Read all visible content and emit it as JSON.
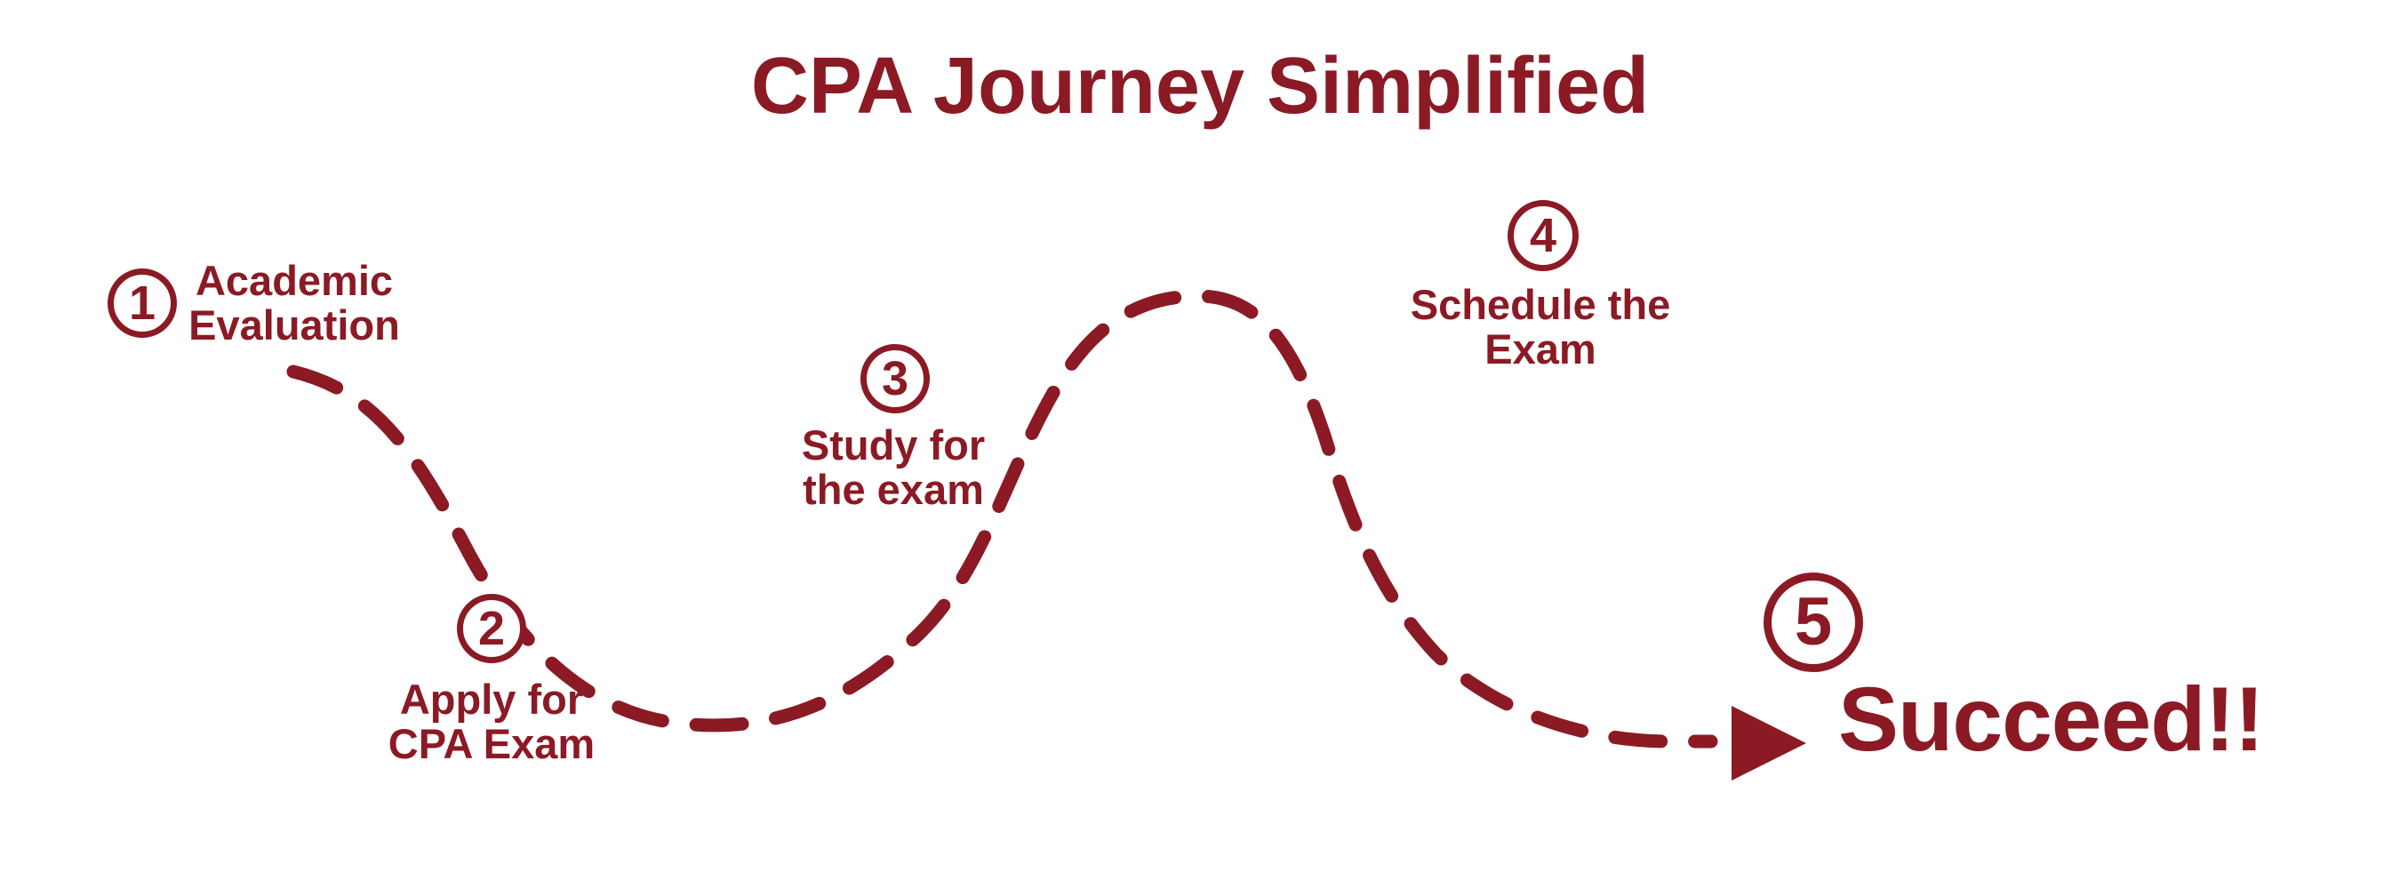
{
  "title": "CPA Journey Simplified",
  "colors": {
    "accent": "#8B1A24",
    "background": "#FFFFFF"
  },
  "steps": [
    {
      "number": "1",
      "label": "Academic\nEvaluation"
    },
    {
      "number": "2",
      "label": "Apply for\nCPA Exam"
    },
    {
      "number": "3",
      "label": "Study for\nthe exam"
    },
    {
      "number": "4",
      "label": "Schedule the\nExam"
    },
    {
      "number": "5",
      "label": "Succeed!!"
    }
  ],
  "path": {
    "style": "dashed-curve",
    "arrow_icon": "right-triangle-arrow"
  }
}
